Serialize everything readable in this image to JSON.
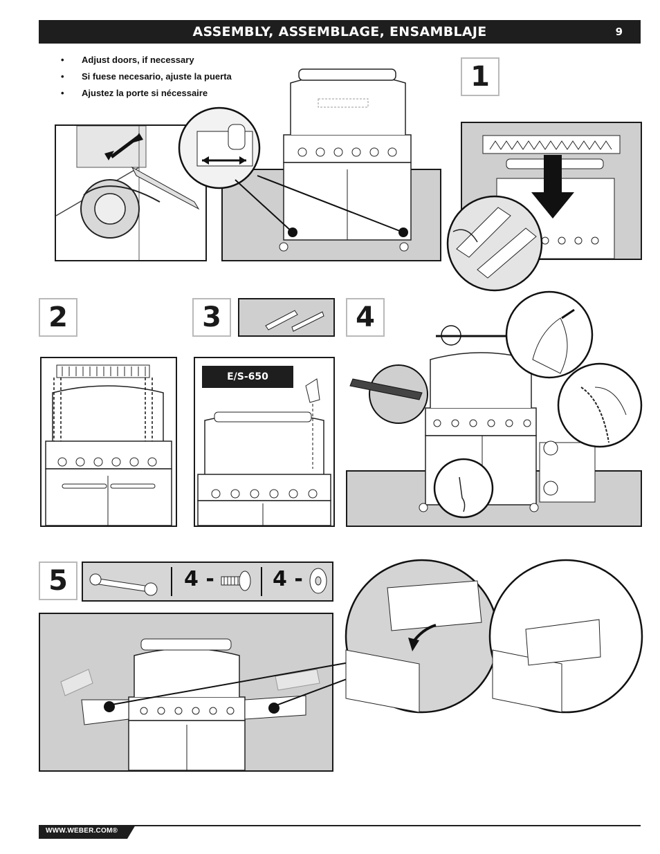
{
  "header": {
    "title": "ASSEMBLY, ASSEMBLAGE, ENSAMBLAJE",
    "page_number": "9"
  },
  "instructions": [
    "Adjust doors, if necessary",
    "Si fuese necesario, ajuste la puerta",
    "Ajustez la porte si nécessaire"
  ],
  "bullet_char": "•",
  "steps": {
    "s1": "1",
    "s2": "2",
    "s3": "3",
    "s4": "4",
    "s5": "5"
  },
  "step3_model": "E/S-650",
  "parts": {
    "screw_qty": "4 -",
    "washer_qty": "4 -"
  },
  "footer": {
    "url": "WWW.WEBER.COM®"
  }
}
